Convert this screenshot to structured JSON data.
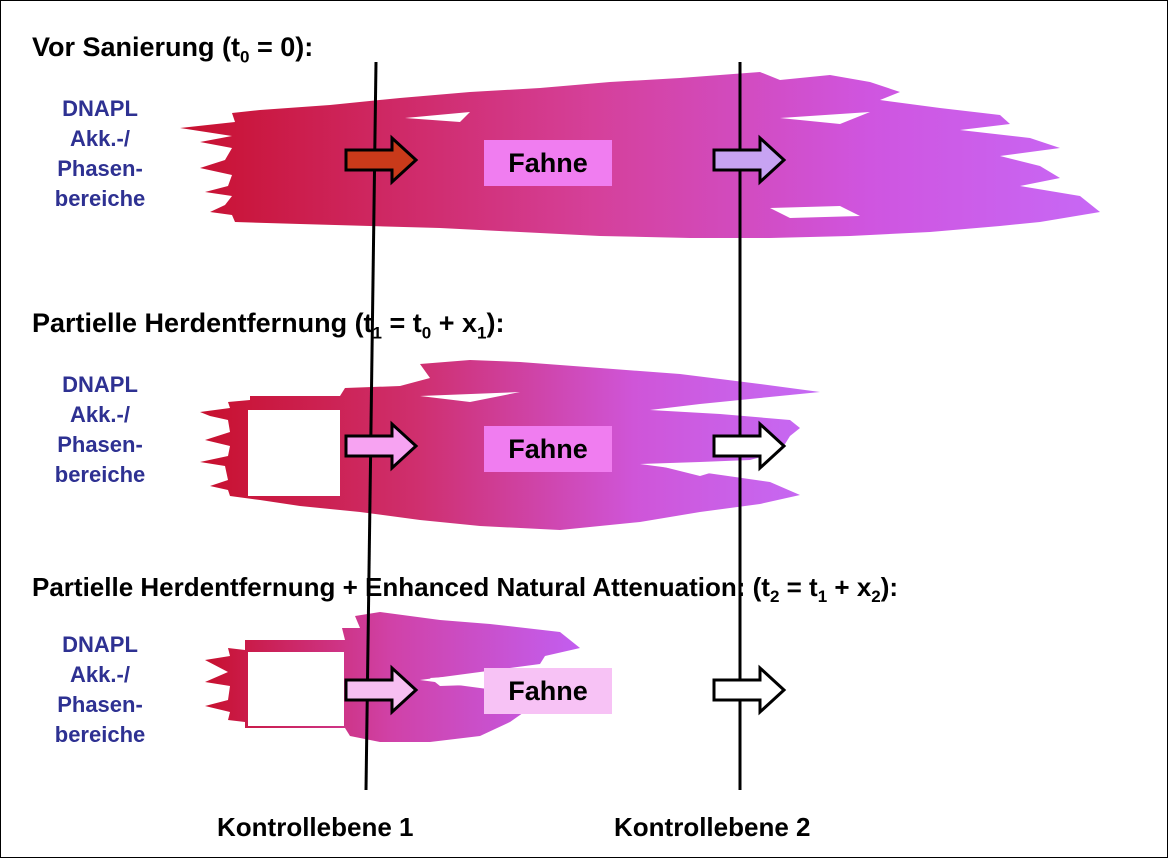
{
  "rows": [
    {
      "title_main": "Vor Sanierung (t",
      "title_sub0": "0",
      "title_rest": " = 0):",
      "source": [
        "DNAPL",
        "Akk.-/",
        "Phasen-",
        "bereiche"
      ],
      "plume_label": "Fahne",
      "plume_label_bg": "#f07df0",
      "arrow1_color": "#c93a1a",
      "arrow2_color": "#c7a3f2"
    },
    {
      "title_main": "Partielle Herdentfernung (t",
      "title_sub1": "1",
      "title_mid": " = t",
      "title_sub0": "0",
      "title_plus": " + x",
      "title_subx": "1",
      "title_rest": "):",
      "source": [
        "DNAPL",
        "Akk.-/",
        "Phasen-",
        "bereiche"
      ],
      "plume_label": "Fahne",
      "plume_label_bg": "#f07df0",
      "arrow1_color": "#f7a3f2",
      "arrow2_color": "#ffffff"
    },
    {
      "title_main": "Partielle Herdentfernung + Enhanced Natural Attenuation: (t",
      "title_sub2": "2",
      "title_mid": " = t",
      "title_sub1": "1",
      "title_plus": " + x",
      "title_subx": "2",
      "title_rest": "):",
      "source": [
        "DNAPL",
        "Akk.-/",
        "Phasen-",
        "bereiche"
      ],
      "plume_label": "Fahne",
      "plume_label_bg": "#f7c2f5",
      "arrow1_color": "#f7bff2",
      "arrow2_color": "#ffffff"
    }
  ],
  "control_planes": [
    "Kontrollebene 1",
    "Kontrollebene 2"
  ],
  "colors": {
    "plume_start": "#c8102e",
    "plume_end": "#c45df5",
    "source_text": "#2e3192"
  }
}
